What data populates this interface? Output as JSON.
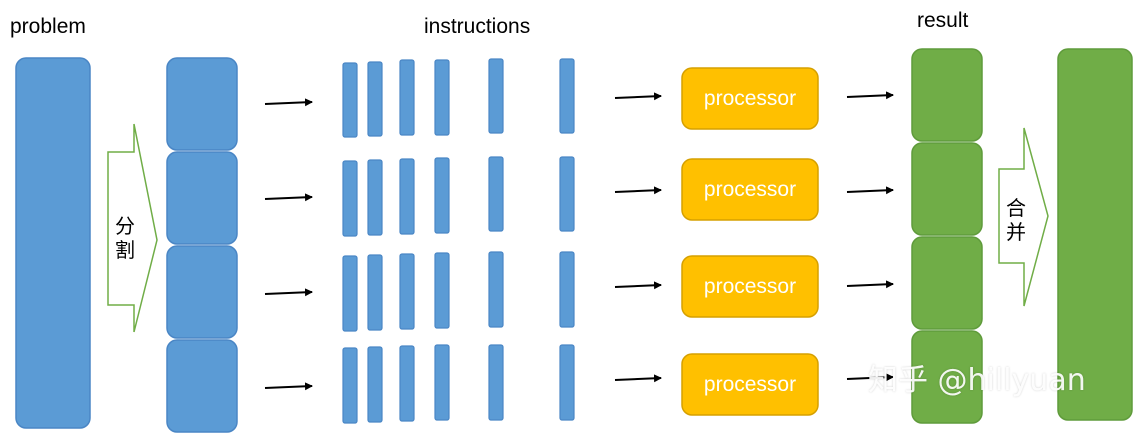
{
  "labels": {
    "problem": "problem",
    "instructions": "instructions",
    "result": "result",
    "split": "分\n割",
    "merge": "合\n并"
  },
  "processors": [
    {
      "label": "processor"
    },
    {
      "label": "processor"
    },
    {
      "label": "processor"
    },
    {
      "label": "processor"
    }
  ],
  "watermark": "知乎 @hillyuan",
  "colors": {
    "blue": "#5b9bd5",
    "blue_stroke": "#4a86c5",
    "orange": "#ffc000",
    "orange_stroke": "#d6a000",
    "green": "#70ad47",
    "green_stroke": "#5f9b3b",
    "arrow": "#000000",
    "hollow_arrow_stroke": "#70ad47"
  }
}
